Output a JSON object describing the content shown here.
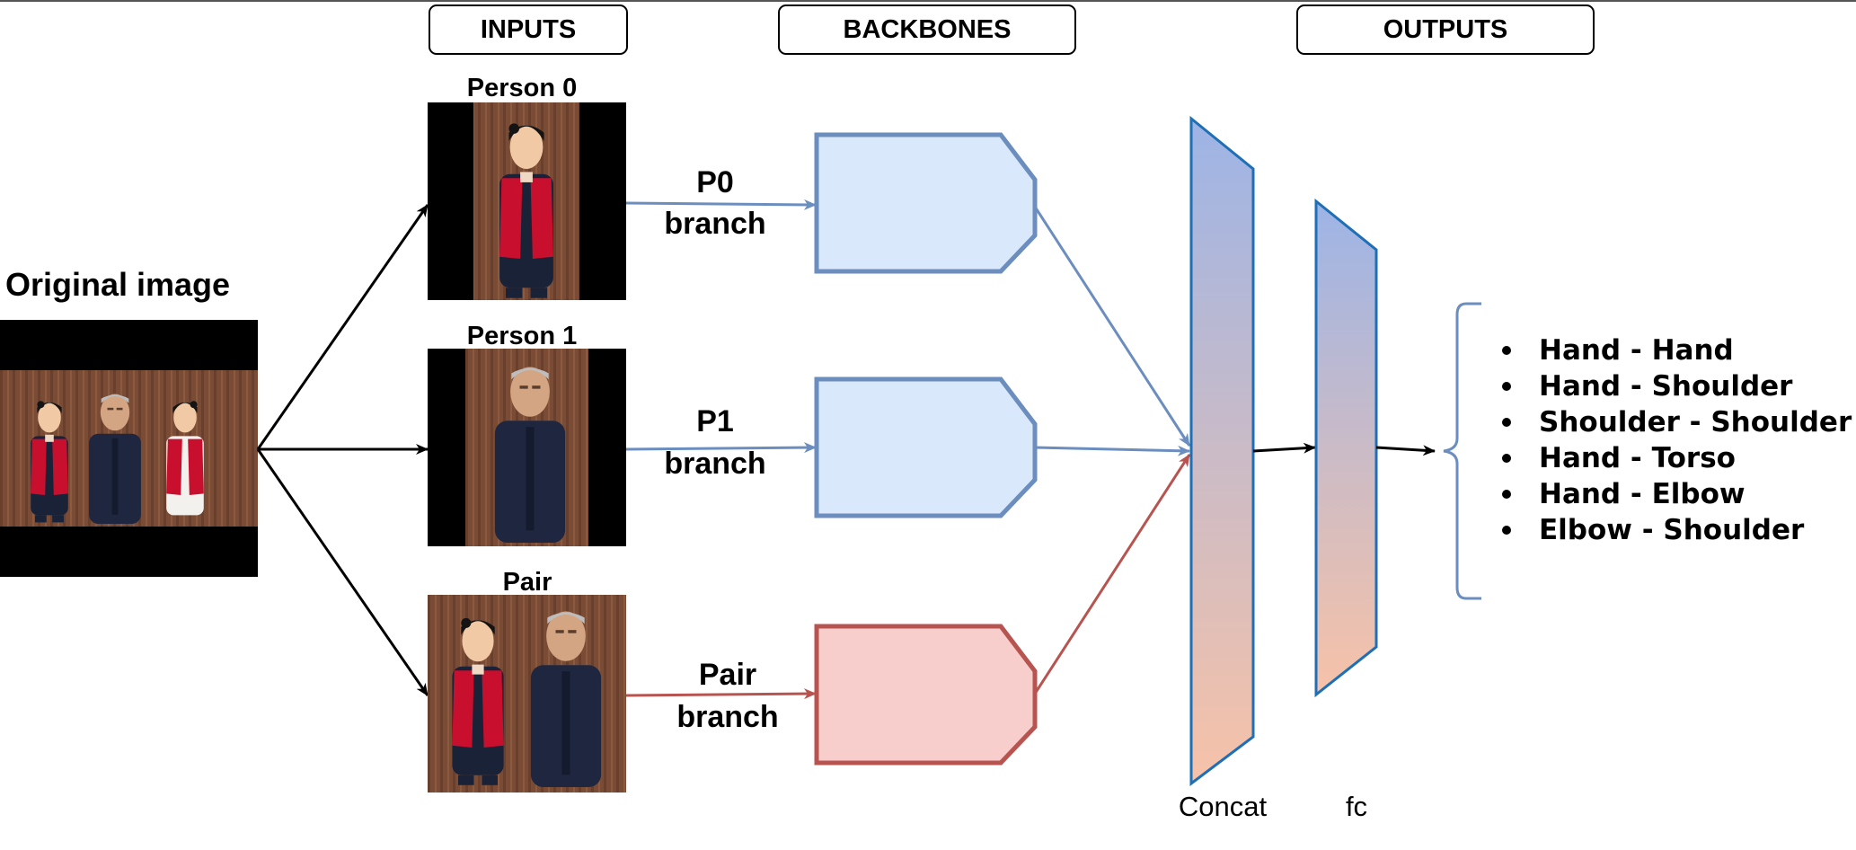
{
  "headers": {
    "inputs": "INPUTS",
    "backbones": "BACKBONES",
    "outputs": "OUTPUTS"
  },
  "original_image_label": "Original image",
  "input_labels": {
    "person0": "Person 0",
    "person1": "Person 1",
    "pair": "Pair"
  },
  "branches": [
    {
      "line1": "P0",
      "line2": "branch",
      "color": "#6c8ebf"
    },
    {
      "line1": "P1",
      "line2": "branch",
      "color": "#6c8ebf"
    },
    {
      "line1": "Pair",
      "line2": "branch",
      "color": "#b85450"
    }
  ],
  "layer_labels": {
    "concat": "Concat",
    "fc": "fc"
  },
  "outputs": [
    "Hand - Hand",
    "Hand - Shoulder",
    "Shoulder - Shoulder",
    "Hand - Torso",
    "Hand - Elbow",
    "Elbow - Shoulder"
  ],
  "colors": {
    "blue_fill": "#dae8fc",
    "blue_stroke": "#6c8ebf",
    "red_fill": "#f8cecc",
    "red_stroke": "#b85450",
    "layer_top": "#9db4e6",
    "layer_bottom": "#f7c2a8",
    "layer_stroke": "#1e6fb5"
  }
}
